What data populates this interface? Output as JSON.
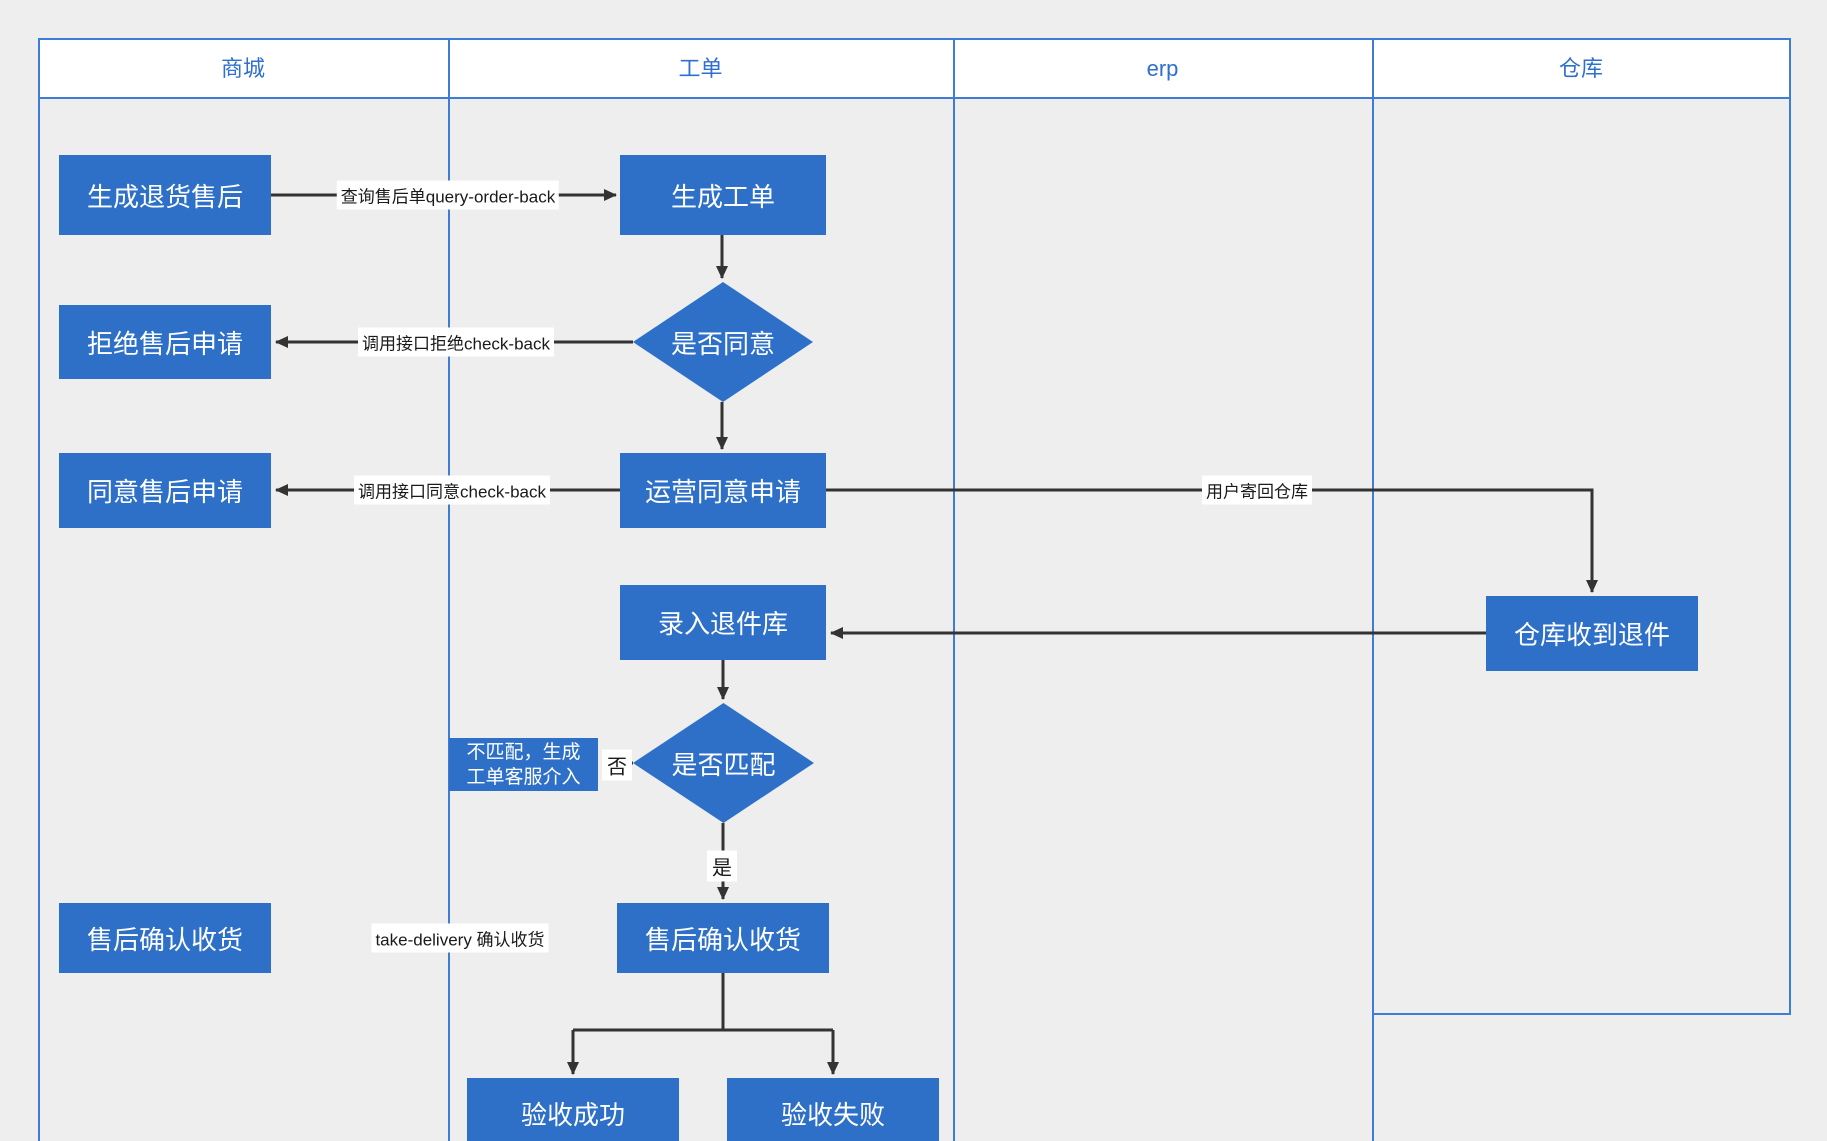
{
  "lanes": [
    {
      "label": "商城"
    },
    {
      "label": "工单"
    },
    {
      "label": "erp"
    },
    {
      "label": "仓库"
    }
  ],
  "nodes": {
    "generate_return": {
      "label": "生成退货售后"
    },
    "generate_ticket": {
      "label": "生成工单"
    },
    "reject_aftersale": {
      "label": "拒绝售后申请"
    },
    "decision_approve": {
      "label": "是否同意"
    },
    "agree_aftersale": {
      "label": "同意售后申请"
    },
    "ops_approve": {
      "label": "运营同意申请"
    },
    "warehouse_received": {
      "label": "仓库收到退件"
    },
    "enter_return_db": {
      "label": "录入退件库"
    },
    "decision_match": {
      "label": "是否匹配"
    },
    "mismatch_note": {
      "line1": "不匹配，生成",
      "line2": "工单客服介入"
    },
    "aftersale_confirm_mall": {
      "label": "售后确认收货"
    },
    "aftersale_confirm_ticket": {
      "label": "售后确认收货"
    },
    "accept_success": {
      "label": "验收成功"
    },
    "accept_fail": {
      "label": "验收失败"
    }
  },
  "edge_labels": {
    "query_order_back": "查询售后单query-order-back",
    "reject_check_back": "调用接口拒绝check-back",
    "agree_check_back": "调用接口同意check-back",
    "user_ship_back": "用户寄回仓库",
    "no": "否",
    "yes": "是",
    "take_delivery": "take-delivery 确认收货"
  },
  "colors": {
    "background": "#eeeeef",
    "node_fill": "#2e70c8",
    "node_text": "#ffffff",
    "lane_border": "#3d7dd8",
    "header_text": "#2e6fd0",
    "connector": "#333333",
    "label_bg": "#ffffff"
  }
}
